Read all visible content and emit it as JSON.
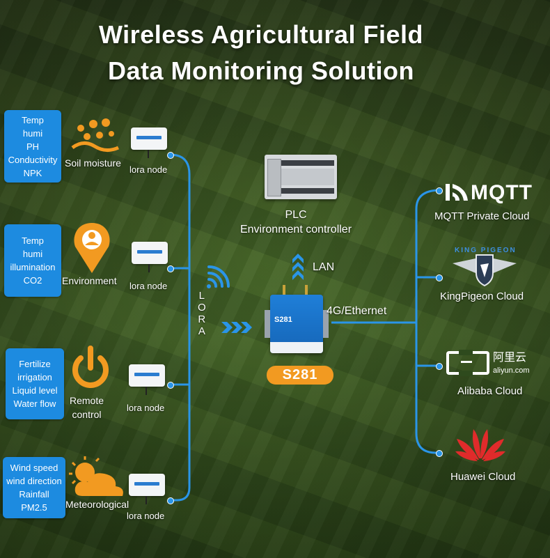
{
  "title": {
    "line1": "Wireless Agricultural Field",
    "line2": "Data Monitoring Solution"
  },
  "groups": [
    {
      "params": [
        "Temp",
        "humi",
        "PH",
        "Conductivity",
        "NPK"
      ],
      "label": "Soil moisture",
      "node_label": "lora node",
      "icon": "soil-moisture-icon"
    },
    {
      "params": [
        "Temp",
        "humi",
        "illumination",
        "CO2"
      ],
      "label": "Environment",
      "node_label": "lora node",
      "icon": "location-pin-icon"
    },
    {
      "params": [
        "Fertilize",
        "irrigation",
        "Liquid level",
        "Water flow"
      ],
      "label_line1": "Remote",
      "label_line2": "control",
      "node_label": "lora node",
      "icon": "power-icon"
    },
    {
      "params": [
        "Wind speed",
        "wind direction",
        "Rainfall",
        "PM2.5"
      ],
      "label": "Meteorological",
      "node_label": "lora node",
      "icon": "sun-cloud-icon"
    }
  ],
  "lora": {
    "letters": [
      "L",
      "O",
      "R",
      "A"
    ]
  },
  "plc": {
    "label_line1": "PLC",
    "label_line2": "Environment controller"
  },
  "lan_label": "LAN",
  "ethernet_label": "4G/Ethernet",
  "gateway": {
    "name": "S281",
    "badge": "S281"
  },
  "clouds": [
    {
      "logo": "MQTT",
      "label": "MQTT Private Cloud"
    },
    {
      "logo": "KING PIGEON",
      "label": "KingPigeon Cloud"
    },
    {
      "logo_cn": "阿里云",
      "logo_en": "aliyun.com",
      "label": "Alibaba Cloud"
    },
    {
      "label": "Huawei Cloud"
    }
  ],
  "colors": {
    "accent_blue": "#1d8be0",
    "icon_orange": "#f29a21",
    "badge_orange": "#f29a21",
    "huawei_red": "#e02b2b"
  }
}
